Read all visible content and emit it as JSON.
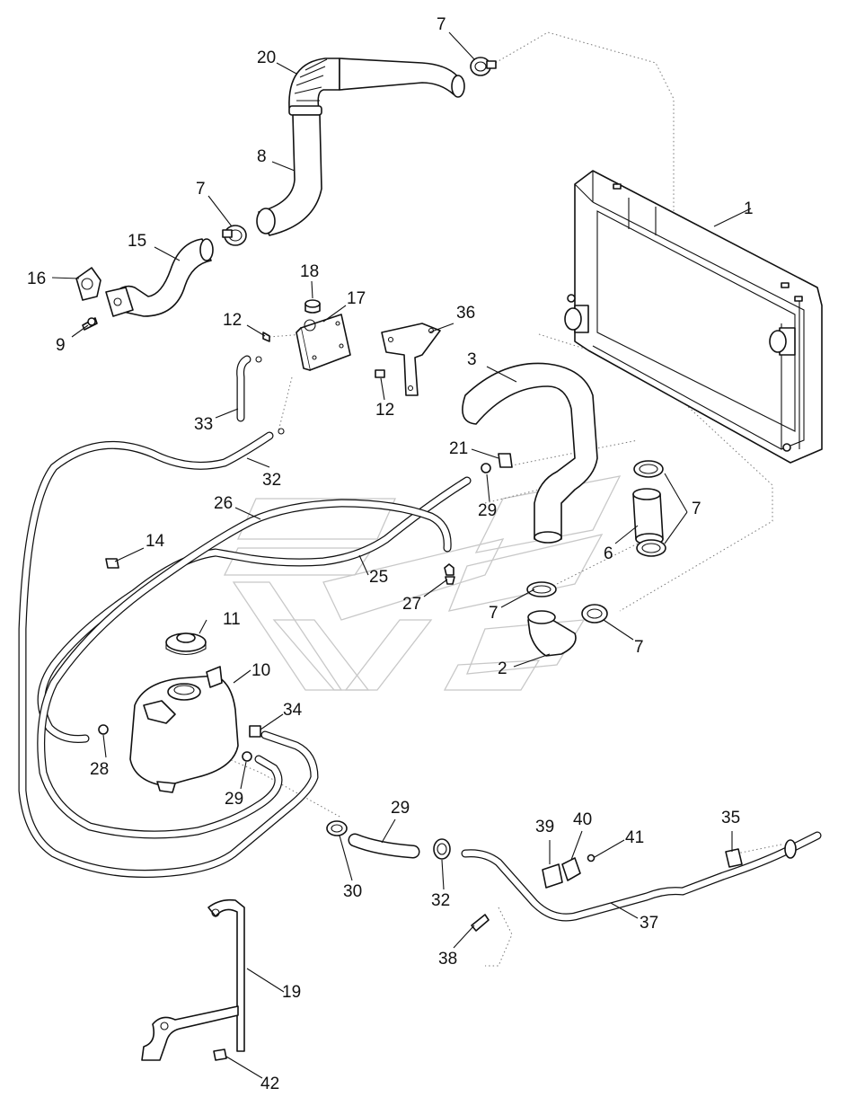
{
  "callouts": [
    {
      "id": "c1",
      "label": "1"
    },
    {
      "id": "c2",
      "label": "2"
    },
    {
      "id": "c3",
      "label": "3"
    },
    {
      "id": "c6",
      "label": "6"
    },
    {
      "id": "c7a",
      "label": "7"
    },
    {
      "id": "c7b",
      "label": "7"
    },
    {
      "id": "c7c",
      "label": "7"
    },
    {
      "id": "c7d",
      "label": "7"
    },
    {
      "id": "c7e",
      "label": "7"
    },
    {
      "id": "c8",
      "label": "8"
    },
    {
      "id": "c9",
      "label": "9"
    },
    {
      "id": "c10",
      "label": "10"
    },
    {
      "id": "c11",
      "label": "11"
    },
    {
      "id": "c12a",
      "label": "12"
    },
    {
      "id": "c12b",
      "label": "12"
    },
    {
      "id": "c14",
      "label": "14"
    },
    {
      "id": "c15",
      "label": "15"
    },
    {
      "id": "c16",
      "label": "16"
    },
    {
      "id": "c17",
      "label": "17"
    },
    {
      "id": "c18",
      "label": "18"
    },
    {
      "id": "c19",
      "label": "19"
    },
    {
      "id": "c20",
      "label": "20"
    },
    {
      "id": "c21",
      "label": "21"
    },
    {
      "id": "c25",
      "label": "25"
    },
    {
      "id": "c26",
      "label": "26"
    },
    {
      "id": "c27",
      "label": "27"
    },
    {
      "id": "c28",
      "label": "28"
    },
    {
      "id": "c29a",
      "label": "29"
    },
    {
      "id": "c29b",
      "label": "29"
    },
    {
      "id": "c29c",
      "label": "29"
    },
    {
      "id": "c30",
      "label": "30"
    },
    {
      "id": "c32a",
      "label": "32"
    },
    {
      "id": "c32b",
      "label": "32"
    },
    {
      "id": "c33",
      "label": "33"
    },
    {
      "id": "c34",
      "label": "34"
    },
    {
      "id": "c35",
      "label": "35"
    },
    {
      "id": "c36",
      "label": "36"
    },
    {
      "id": "c37",
      "label": "37"
    },
    {
      "id": "c38",
      "label": "38"
    },
    {
      "id": "c39",
      "label": "39"
    },
    {
      "id": "c40",
      "label": "40"
    },
    {
      "id": "c41",
      "label": "41"
    },
    {
      "id": "c42",
      "label": "42"
    }
  ]
}
